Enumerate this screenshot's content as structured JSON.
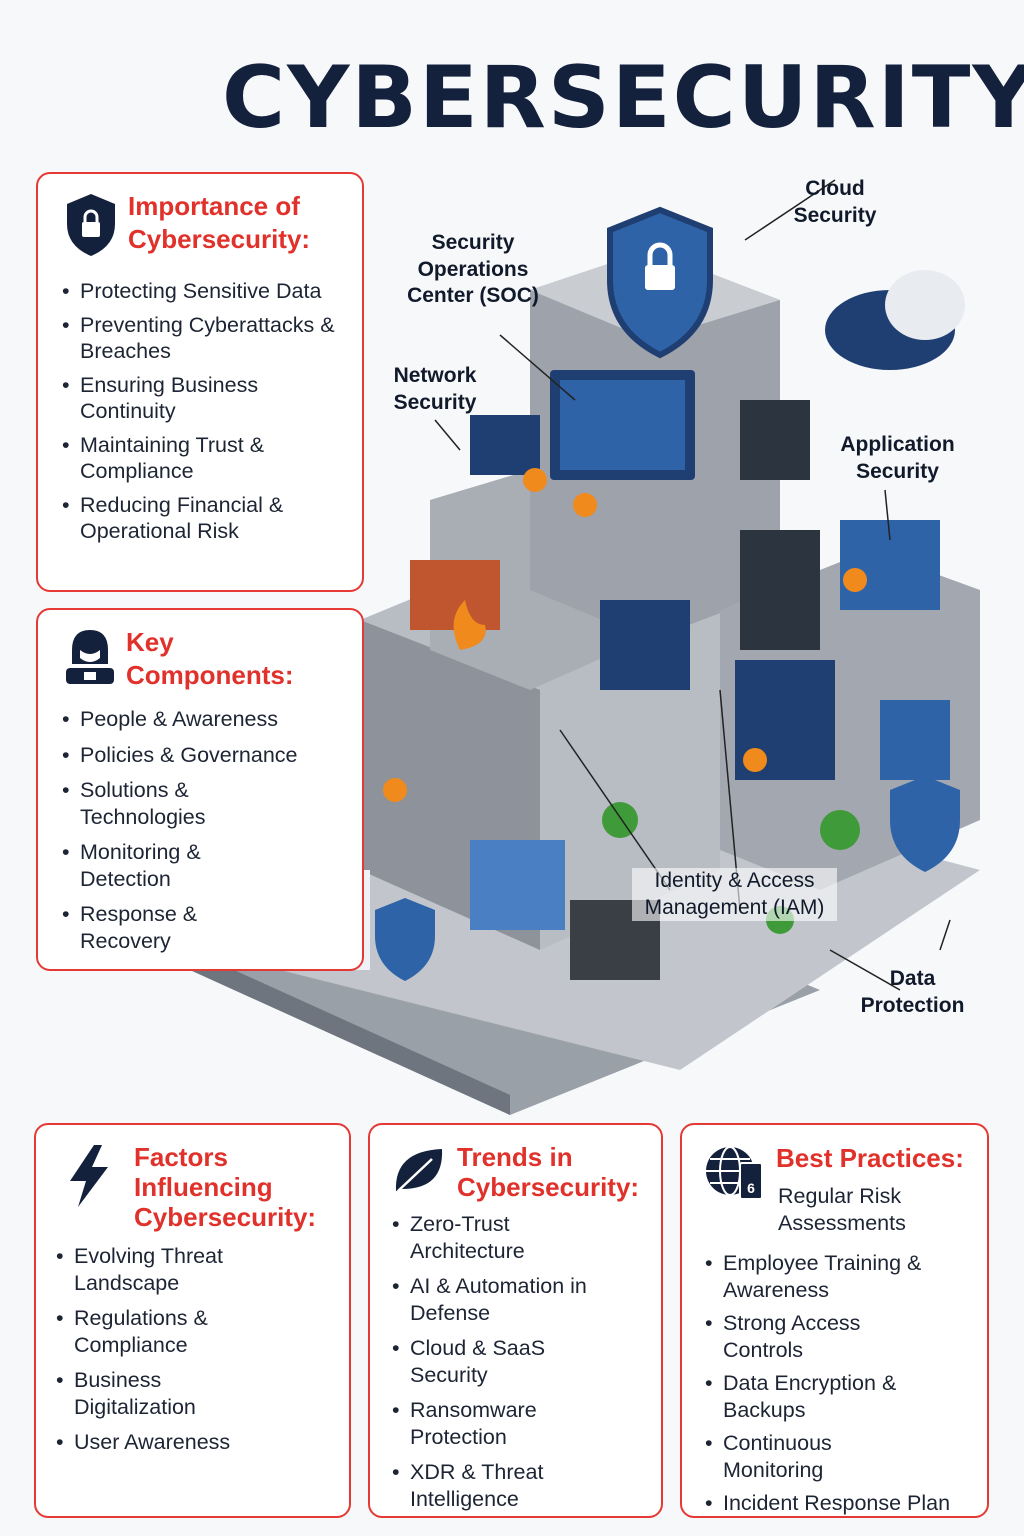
{
  "title": "CYBERSECURITY",
  "importance": {
    "heading": "Importance of Cybersecurity:",
    "icon": "shield-lock-icon",
    "items": [
      "Protecting Sensitive Data",
      "Preventing Cyberattacks & Breaches",
      "Ensuring Business Continuity",
      "Maintaining Trust & Compliance",
      "Reducing Financial & Operational Risk"
    ]
  },
  "components": {
    "heading": "Key Components:",
    "icon": "hacker-icon",
    "items": [
      "People & Awareness",
      "Policies & Governance",
      "Solutions & Technologies",
      "Monitoring & Detection",
      "Response & Recovery"
    ]
  },
  "factors": {
    "heading": "Factors Influencing Cybersecurity:",
    "icon": "lightning-icon",
    "items": [
      "Evolving Threat Landscape",
      "Regulations & Compliance",
      "Business Digitalization",
      "User Awareness"
    ]
  },
  "trends": {
    "heading": "Trends in Cybersecurity:",
    "icon": "leaf-icon",
    "items": [
      "Zero-Trust Architecture",
      "AI & Automation in Defense",
      "Cloud & SaaS Security",
      "Ransomware Protection",
      "XDR & Threat Intelligence"
    ]
  },
  "best": {
    "heading": "Best Practices:",
    "icon": "globe-calculator-icon",
    "first": "Regular Risk Assessments",
    "items": [
      "Employee Training & Awareness",
      "Strong Access Controls",
      "Data Encryption & Backups",
      "Continuous Monitoring",
      "Incident Response Plan"
    ]
  },
  "labels": {
    "cloud": "Cloud Security",
    "soc": "Security Operations Center (SOC)",
    "network": "Network Security",
    "application": "Application Security",
    "iam": "Identity & Access Management (IAM)",
    "data": "Data Protection"
  },
  "colors": {
    "accent": "#e53935",
    "navy": "#14213d",
    "blue": "#2f5fa7"
  }
}
